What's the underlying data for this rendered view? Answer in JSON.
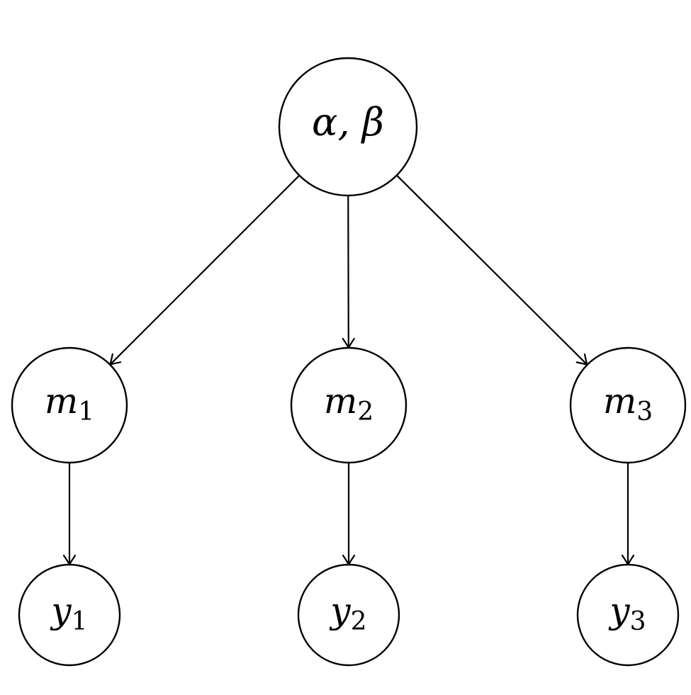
{
  "diagram": {
    "nodes": [
      {
        "id": "alpha_beta",
        "label": "α, β",
        "main": "α, β",
        "sub": ""
      },
      {
        "id": "m1",
        "label": "m1",
        "main": "m",
        "sub": "1"
      },
      {
        "id": "m2",
        "label": "m2",
        "main": "m",
        "sub": "2"
      },
      {
        "id": "m3",
        "label": "m3",
        "main": "m",
        "sub": "3"
      },
      {
        "id": "y1",
        "label": "y1",
        "main": "y",
        "sub": "1"
      },
      {
        "id": "y2",
        "label": "y2",
        "main": "y",
        "sub": "2"
      },
      {
        "id": "y3",
        "label": "y3",
        "main": "y",
        "sub": "3"
      }
    ],
    "edges": [
      {
        "from": "alpha_beta",
        "to": "m1"
      },
      {
        "from": "alpha_beta",
        "to": "m2"
      },
      {
        "from": "alpha_beta",
        "to": "m3"
      },
      {
        "from": "m1",
        "to": "y1"
      },
      {
        "from": "m2",
        "to": "y2"
      },
      {
        "from": "m3",
        "to": "y3"
      }
    ]
  }
}
